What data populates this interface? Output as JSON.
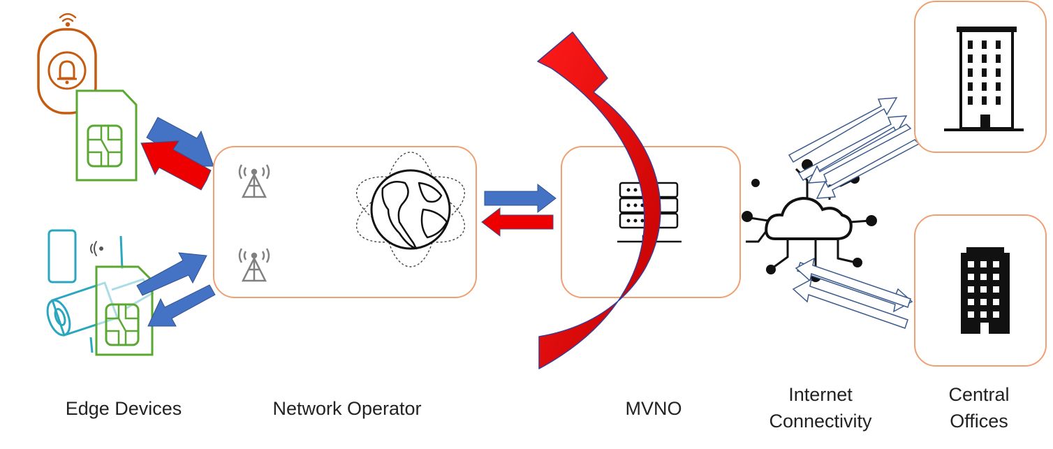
{
  "labels": {
    "edge_devices": "Edge Devices",
    "network_operator": "Network Operator",
    "mvno": "MVNO",
    "internet_line1": "Internet",
    "internet_line2": "Connectivity",
    "central_line1": "Central",
    "central_line2": "Offices"
  },
  "colors": {
    "box_border": "#f0a070",
    "uplink_arrow": "#4472c4",
    "downlink_arrow": "#ee0000",
    "bypass_arrow": "#e00000",
    "sim_green": "#5aa832",
    "doorbell_orange": "#c55a11",
    "camera_teal": "#2aa7bf",
    "outline_arrow": "#3a5a8c"
  }
}
